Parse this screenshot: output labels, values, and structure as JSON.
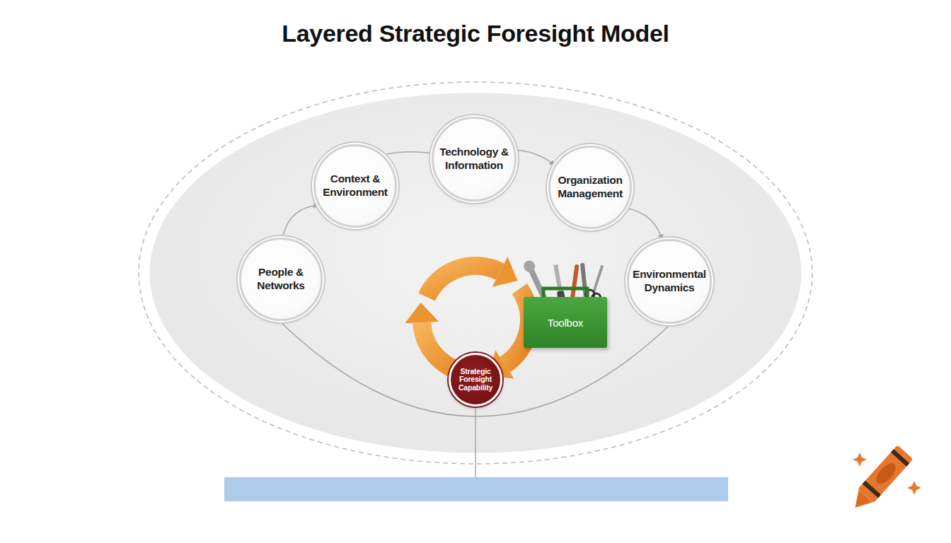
{
  "diagram": {
    "title": "Layered Strategic Foresight Model",
    "nodes": [
      {
        "text": [
          "People & Networks"
        ]
      },
      {
        "text": [
          "Context & Environment"
        ]
      },
      {
        "text": [
          "Technology & Information"
        ]
      },
      {
        "text": [
          "Organization Management"
        ]
      },
      {
        "text": [
          "Environmental Dynamics"
        ]
      },
      {
        "text": [
          "Toolbox"
        ]
      },
      {
        "text": [
          "Strategic Foresight Capability"
        ]
      }
    ],
    "edges": [
      {
        "from": 0,
        "to": 1,
        "arrow": "to"
      },
      {
        "from": 1,
        "to": 2,
        "arrow": "none"
      },
      {
        "from": 2,
        "to": 3,
        "arrow": "to"
      },
      {
        "from": 3,
        "to": 4,
        "arrow": "to"
      },
      {
        "from": 0,
        "to": 4,
        "arrow": "none"
      }
    ]
  }
}
